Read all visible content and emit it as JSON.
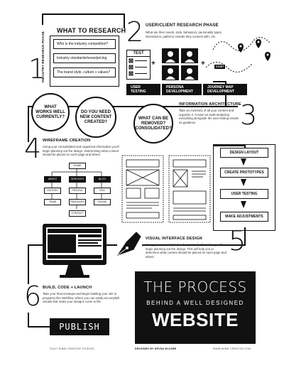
{
  "step1": {
    "number": "1",
    "side_label": "INDUSTRY RESEARCH PHASE",
    "title": "WHAT TO RESEARCH",
    "items": [
      "Who is the industry competition?",
      "Industry standards/news/pricing",
      "The brand style, culture + values?"
    ]
  },
  "step2": {
    "number": "2",
    "title": "USER/CLIENT RESEARCH PHASE",
    "desc": "What are their needs, style, behaviors, personality types, interactions, patterns, brands they connect with, etc.",
    "test_label": "TEST",
    "start_label": "START",
    "banners": [
      "USER TESTING",
      "PERSONA DEVELOPMENT",
      "JOURNEY MAP DEVELOPMENT"
    ]
  },
  "step3": {
    "number": "3",
    "title": "INFORMATION ARCHITECTURE",
    "desc": "Take an inventory of all your content and organize it. Create an audit analyzing everything alongside the user testing results as guidance.",
    "circles": [
      "WHAT WORKS WELL CURRENTLY?",
      "DO YOU NEED NEW CONTENT CREATED?",
      "WHAT CAN BE REMOVED? CONSOLIDATED?"
    ]
  },
  "step4": {
    "number": "4",
    "title": "WIREFRAME CREATION",
    "desc": "Using your consolidated and organized information you'll begin planning out the design. Determining what content should be placed on each page and where.",
    "sitemap": {
      "root": "HOME",
      "level1": [
        "ABOUT",
        "SERVICES",
        "BLOG"
      ],
      "about_children": [
        "HISTORY",
        "TEAM"
      ],
      "services_children": [
        "PRICING",
        "PACKAGES",
        "CONTACT"
      ],
      "blog_children": [
        "RSS",
        "SOCIAL"
      ]
    },
    "process_steps": [
      "DESIGN LAYOUT",
      "CREATE PROTOTYPES",
      "USER TESTING",
      "MAKE ADJUSTMENTS"
    ]
  },
  "step5": {
    "number": "5",
    "title": "VISUAL INTERFACE DESIGN",
    "desc": "Using your consolidated and organized information you'll begin planning out the design. This will help you to determine what content should be placed on each page and where."
  },
  "step6": {
    "number": "6",
    "title": "BUILD, CODE + LAUNCH",
    "desc": "Take your final mockups and begin building your site in programs like Webflow, where you can easily accomplish visuals that make your designs come to life.",
    "publish_label": "PUBLISH"
  },
  "hero": {
    "line1": "THE PROCESS",
    "line2": "BEHIND A WELL DESIGNED",
    "line3": "WEBSITE"
  },
  "footer": {
    "left": "©2017 NINMI CREATIVE STUDIOS",
    "middle": "DESIGNED BY DEVNA McCABE",
    "right": "WWW.NINMI-CREATIVE.COM"
  }
}
